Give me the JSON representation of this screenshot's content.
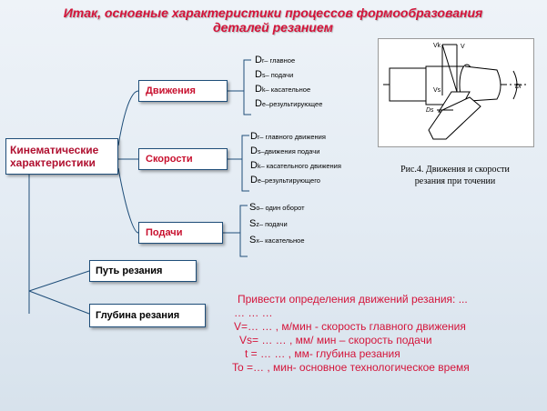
{
  "title_line1": "Итак, основные характеристики процессов формообразования",
  "title_line2": "деталей резанием",
  "root_line1": "Кинематические",
  "root_line2": "характеристики",
  "branches": {
    "movements": "Движения",
    "speeds": "Скорости",
    "feeds": "Подачи",
    "path": "Путь резания",
    "depth": "Глубина резания"
  },
  "movements": [
    {
      "sym": "D",
      "sub": "r",
      "text": "– главное"
    },
    {
      "sym": "D",
      "sub": "s",
      "text": "– подачи"
    },
    {
      "sym": "D",
      "sub": "k",
      "text": "– касательное"
    },
    {
      "sym": "D",
      "sub": "e",
      "text": "–результирующее"
    }
  ],
  "speeds": [
    {
      "sym": "D",
      "sub": "r",
      "text": "– главного движения"
    },
    {
      "sym": "D",
      "sub": "s",
      "text": "–движения подачи"
    },
    {
      "sym": "D",
      "sub": "k",
      "text": "– касательного движения"
    },
    {
      "sym": "D",
      "sub": "e",
      "text": "–результирующего"
    }
  ],
  "feeds": [
    {
      "sym": "S",
      "sub": "o",
      "text": " – один оборот"
    },
    {
      "sym": "S",
      "sub": "z",
      "text": "– подачи"
    },
    {
      "sym": "S",
      "sub": "x",
      "text": "– касательное"
    }
  ],
  "figure": {
    "caption_line1": "Рис.4. Движения и скорости",
    "caption_line2": "резания при точении",
    "label_v": "V",
    "label_vk": "Vk",
    "label_vs": "Vs",
    "label_dr": "Dr",
    "label_ds": "Ds"
  },
  "definitions": [
    "Привести определения движений резания: ...",
    "… … …",
    "V=… … , м/мин - скорость главного движения",
    "Vs=   … … , мм/ мин – скорость подачи",
    "t  =  … … , мм- глубина резания",
    "To =… , мин- основное технологическое время"
  ],
  "colors": {
    "accent": "#d4143a",
    "line": "#1f4e79"
  }
}
